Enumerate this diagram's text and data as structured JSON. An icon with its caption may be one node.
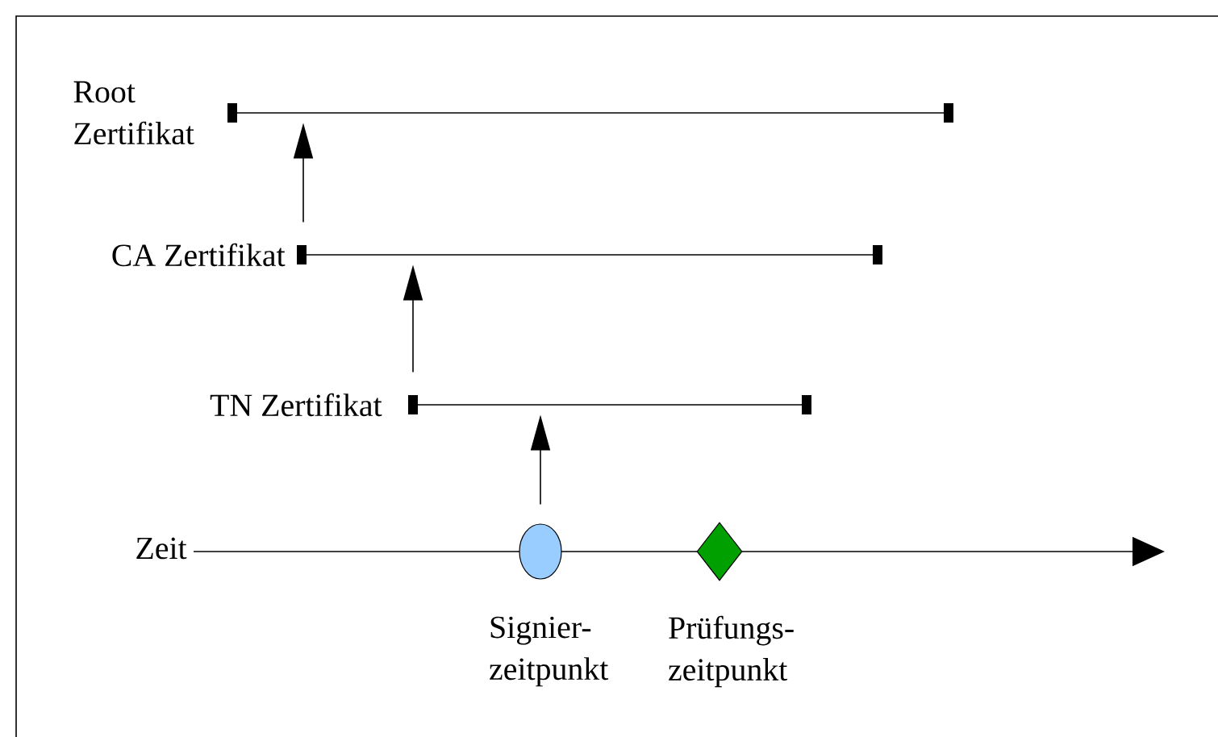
{
  "diagram": {
    "nodes": [
      {
        "text": [
          "Root Zertifikat"
        ]
      },
      {
        "text": [
          "CA Zertifikat"
        ]
      },
      {
        "text": [
          "TN Zertifikat"
        ]
      },
      {
        "text": [],
        "shape": "circle",
        "beside": [
          "Signier- zeitpunkt"
        ]
      },
      {
        "text": [],
        "shape": "diamond",
        "beside": [
          "Prüfungs- zeitpunkt"
        ]
      }
    ],
    "edges": [
      {
        "from": 3,
        "to": 2,
        "arrow": "to"
      },
      {
        "from": 2,
        "to": 1,
        "arrow": "to"
      },
      {
        "from": 1,
        "to": 0,
        "arrow": "to"
      }
    ],
    "labels": [
      "Zeit"
    ]
  }
}
